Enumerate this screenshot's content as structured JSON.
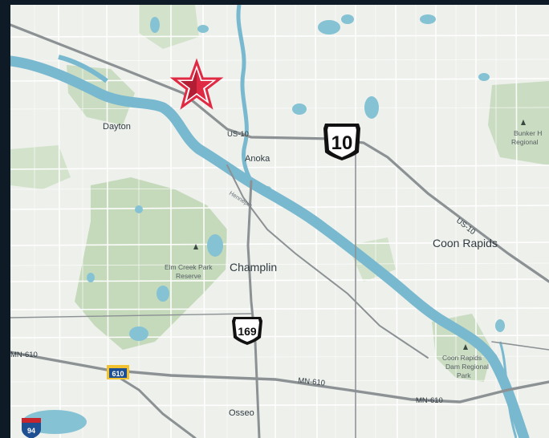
{
  "map": {
    "colors": {
      "land": "#eef0ec",
      "water": "#85c2d4",
      "river": "#6fb0c8",
      "park": "#c9dcc0",
      "highway": "#8c9194",
      "street": "#ffffff",
      "marker": "#e02a44",
      "frame": "#0e1a26"
    },
    "places": {
      "dayton": "Dayton",
      "anoka": "Anoka",
      "champlin": "Champlin",
      "coon_rapids": "Coon Rapids",
      "osseo": "Osseo"
    },
    "parks": {
      "elm_creek": [
        "Elm Creek Park",
        "Reserve"
      ],
      "coon_rapids_dam": [
        "Coon Rapids",
        "Dam Regional",
        "Park"
      ],
      "bunker": [
        "Bunker H",
        "Regional"
      ]
    },
    "roads": {
      "us10_left": "US-10",
      "us10_right": "US-10",
      "mn610_left": "MN-610",
      "mn610_mid": "MN-610",
      "mn610_right": "MN-610",
      "hennepin": "Hennepin"
    },
    "shields": {
      "us10": "10",
      "us169": "169",
      "mn610": "610",
      "i94": "94"
    },
    "marker_icon": "red-star-icon"
  }
}
